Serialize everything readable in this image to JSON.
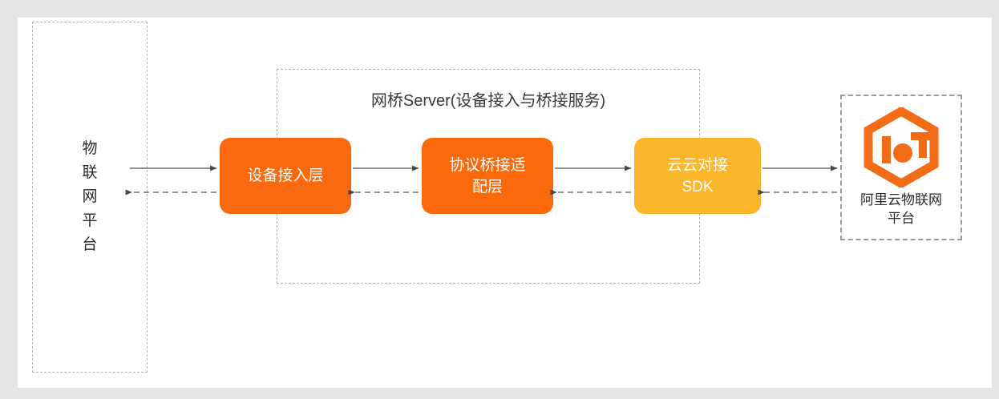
{
  "diagram": {
    "title": "网桥Server(设备接入与桥接服务)",
    "left_platform": {
      "label": "物\n联\n网\n平\n台",
      "name": "物联网平台"
    },
    "stages": [
      {
        "label": "设备接入层",
        "color": "#f96a10"
      },
      {
        "label": "协议桥接适\n配层",
        "color": "#fa6a0d"
      },
      {
        "label": "云云对接\nSDK",
        "color": "#fcb62c"
      }
    ],
    "right_platform": {
      "label": "阿里云物联网\n平台",
      "logo": "iot-hexagon-logo",
      "logo_color": "#f26b17"
    },
    "flows": {
      "forward_style": "solid-arrow-right",
      "return_style": "dashed-arrow-left",
      "line_color": "#6f6f6f"
    },
    "colors": {
      "page_background": "#e5e5e5",
      "canvas_background": "#ffffff",
      "border_dashed": "#b0b0b0",
      "text_primary": "#2b2b2b"
    }
  }
}
